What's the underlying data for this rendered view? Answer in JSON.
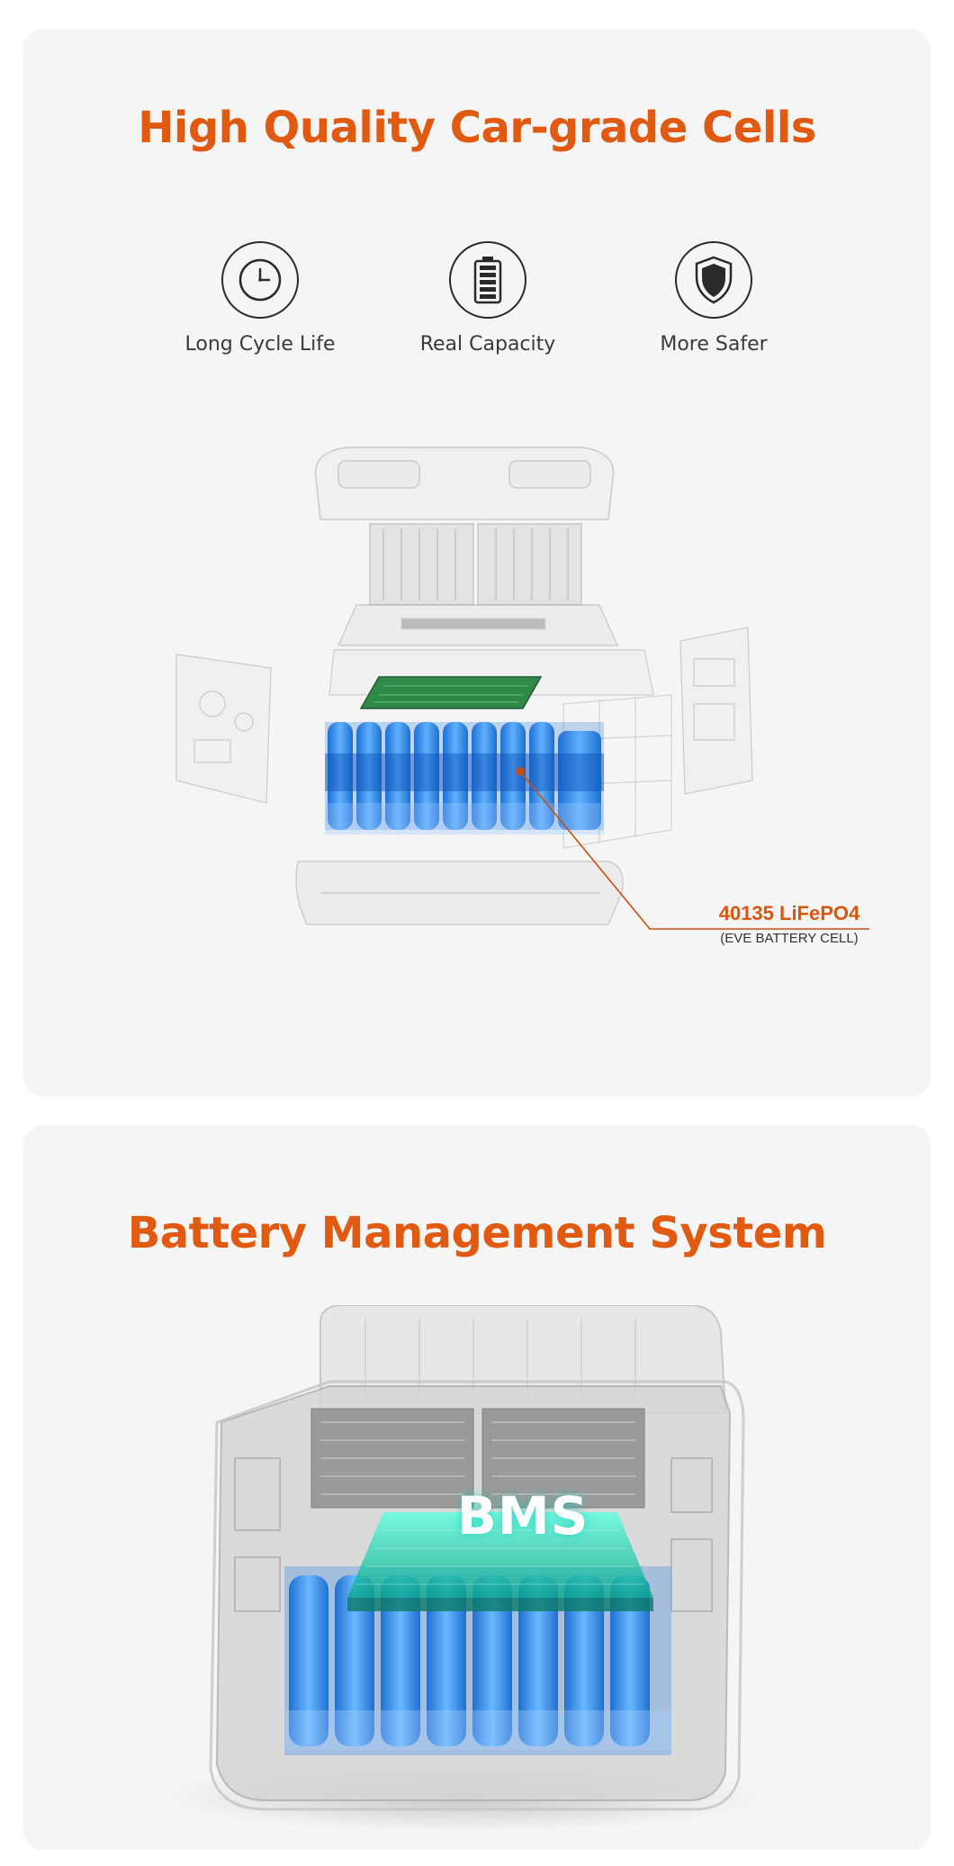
{
  "section1": {
    "title": "High Quality Car-grade Cells",
    "features": [
      {
        "label": "Long Cycle Life",
        "icon": "clock-icon"
      },
      {
        "label": "Real Capacity",
        "icon": "battery-icon"
      },
      {
        "label": "More Safer",
        "icon": "shield-icon"
      }
    ],
    "callout": {
      "main": "40135 LiFePO4",
      "sub": "(EVE BATTERY CELL)"
    }
  },
  "section2": {
    "title": "Battery Management System",
    "bms_label": "BMS"
  },
  "colors": {
    "accent": "#e05a12",
    "card_bg": "#f5f5f5",
    "cell_blue": "#2f8be6",
    "bms_glow": "#1fd4b8"
  }
}
